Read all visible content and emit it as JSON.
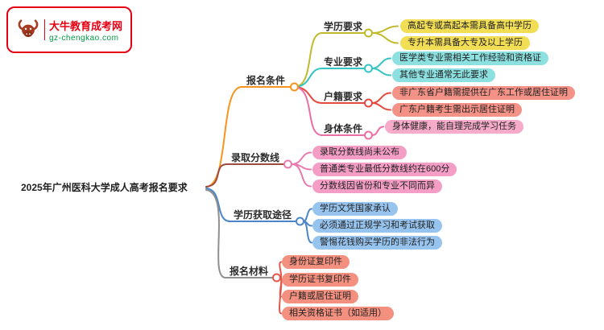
{
  "logo": {
    "title": "大牛教育成考网",
    "subtitle": "gz-chengkao.com"
  },
  "central_topic": "2025年广州医科大学成人高考报名要求",
  "branches": [
    {
      "label": "报名条件",
      "line_color": "#f7941d",
      "children": [
        {
          "label": "学历要求",
          "line_color": "#c0ba2e",
          "pill_color": "#f2de55",
          "leaves": [
            "高起专或高起本需具备高中学历",
            "专升本需具备大专及以上学历"
          ]
        },
        {
          "label": "专业要求",
          "line_color": "#35c3c4",
          "pill_color": "#8ce0e0",
          "leaves": [
            "医学类专业需相关工作经验和资格证",
            "其他专业通常无此要求"
          ]
        },
        {
          "label": "户籍要求",
          "line_color": "#e64a3e",
          "pill_color": "#f49287",
          "leaves": [
            "非广东省户籍需提供在广东工作或居住证明",
            "广东户籍考生需出示居住证明"
          ]
        },
        {
          "label": "身体条件",
          "line_color": "#ec6ea6",
          "pill_color": "#f6abc8",
          "leaves": [
            "身体健康，能自理完成学习任务"
          ]
        }
      ]
    },
    {
      "label": "录取分数线",
      "line_color": "#9d4b43",
      "leaf_line_color": "#e878ae",
      "pill_color": "#f49ec6",
      "leaves": [
        "录取分数线尚未公布",
        "普通类专业最低分数线约在600分",
        "分数线因省份和专业不同而异"
      ]
    },
    {
      "label": "学历获取途径",
      "line_color": "#4a86c8",
      "leaf_line_color": "#4a86c8",
      "pill_color": "#97c4ef",
      "leaves": [
        "学历文凭国家承认",
        "必须通过正规学习和考试获取",
        "警惕花钱购买学历的非法行为"
      ]
    },
    {
      "label": "报名材料",
      "line_color": "#8f8f8f",
      "leaf_line_color": "#e2574c",
      "pill_color": "#f4907f",
      "leaves": [
        "身份证复印件",
        "学历证书复印件",
        "户籍或居住证明",
        "相关资格证书（如适用）"
      ]
    }
  ],
  "colors": {
    "brand_red": "#e60012",
    "brand_green": "#009944",
    "background": "#ffffff",
    "text": "#222222"
  }
}
